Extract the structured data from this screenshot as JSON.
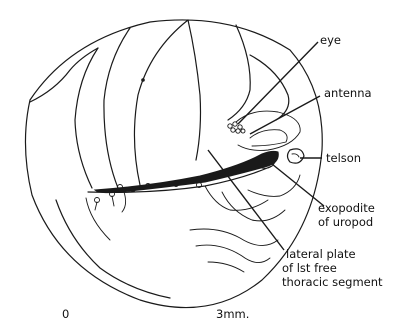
{
  "figure": {
    "labels": {
      "eye": "eye",
      "antenna": "antenna",
      "telson": "telson",
      "exopodite_line1": "exopodite",
      "exopodite_line2": "of uropod",
      "lateral_line1": "lateral plate",
      "lateral_line2": "of lst free",
      "lateral_line3": "thoracic segment"
    },
    "scale_bar": {
      "start_label": "0",
      "end_label": "3mm."
    }
  }
}
